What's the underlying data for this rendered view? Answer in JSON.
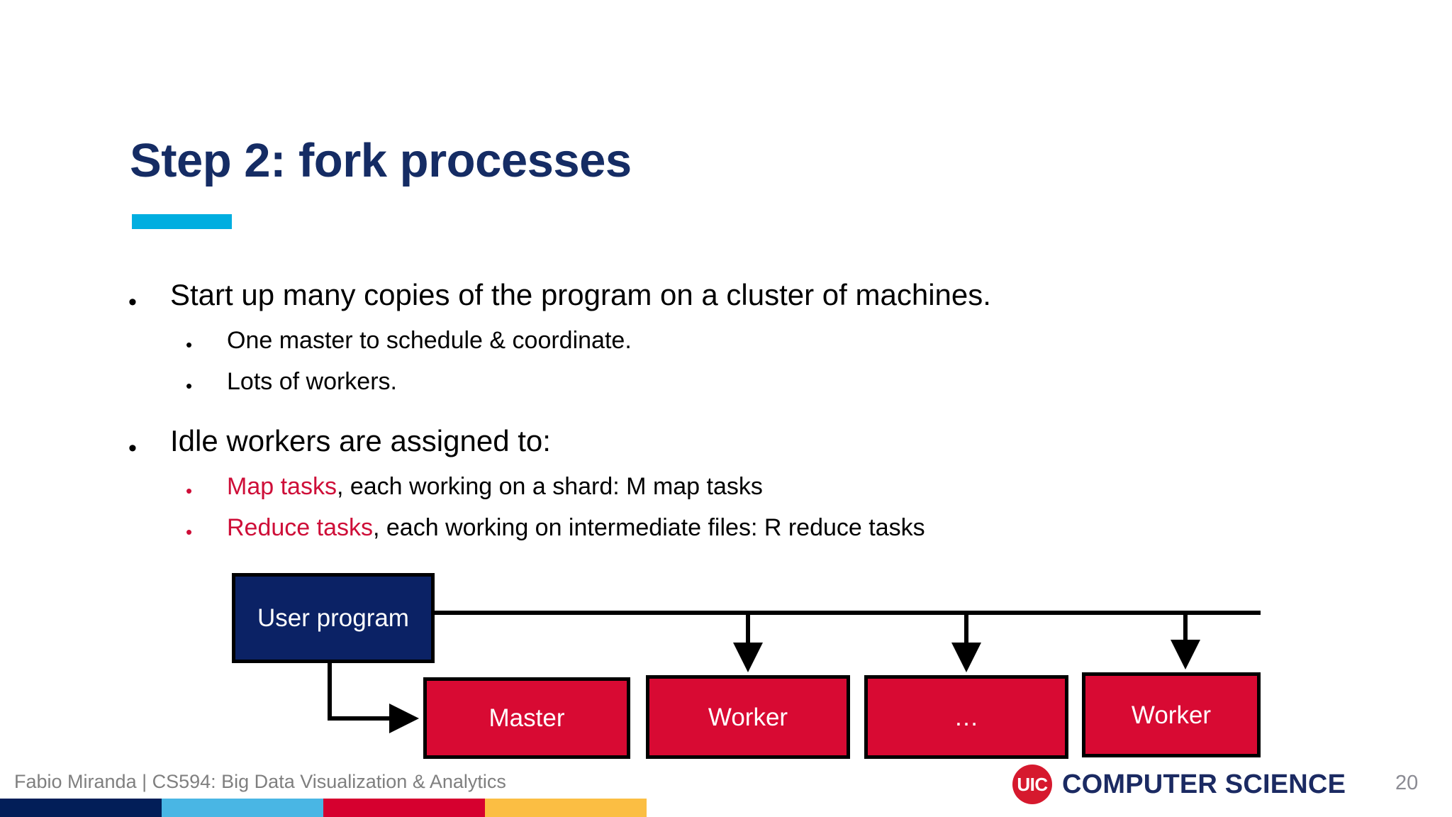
{
  "slide": {
    "title": "Step 2: fork processes",
    "accent_color": "#00AEE0",
    "title_color": "#152C64"
  },
  "bullets": [
    {
      "level": 1,
      "marker": "•",
      "text": "Start up many copies of the program on a cluster of machines."
    },
    {
      "level": 2,
      "marker": "•",
      "text": "One master to schedule & coordinate."
    },
    {
      "level": 2,
      "marker": "•",
      "text": "Lots of workers."
    },
    {
      "level": 1,
      "marker": "•",
      "text": "Idle workers are assigned to:"
    },
    {
      "level": 2,
      "marker": "•",
      "marker_color": "#CE0E38",
      "highlight": "Map tasks",
      "text": ", each working on a shard: M map tasks"
    },
    {
      "level": 2,
      "marker": "•",
      "marker_color": "#CE0E38",
      "highlight": "Reduce tasks",
      "text": ", each working on intermediate files: R reduce tasks"
    }
  ],
  "diagram": {
    "nodes": [
      {
        "id": "user",
        "label": "User program",
        "fill": "#0B2265"
      },
      {
        "id": "master",
        "label": "Master",
        "fill": "#D80A33"
      },
      {
        "id": "worker1",
        "label": "Worker",
        "fill": "#D80A33"
      },
      {
        "id": "dots",
        "label": "…",
        "fill": "#D80A33"
      },
      {
        "id": "worker2",
        "label": "Worker",
        "fill": "#D80A33"
      }
    ],
    "edges": [
      {
        "from": "user",
        "to": "master",
        "style": "elbow-down-right-arrow"
      },
      {
        "from": "user",
        "to": "worker1",
        "style": "bus-down-arrow"
      },
      {
        "from": "user",
        "to": "dots",
        "style": "bus-down-arrow"
      },
      {
        "from": "user",
        "to": "worker2",
        "style": "bus-down-arrow"
      }
    ],
    "line_color": "#000000"
  },
  "footer": {
    "credit": "Fabio Miranda | CS594: Big Data Visualization & Analytics",
    "bar_colors": [
      "#021E58",
      "#49B6E4",
      "#D6002F",
      "#FBBE43"
    ],
    "brand_mark": "UIC",
    "brand_name": "COMPUTER SCIENCE",
    "slide_number": "20"
  }
}
